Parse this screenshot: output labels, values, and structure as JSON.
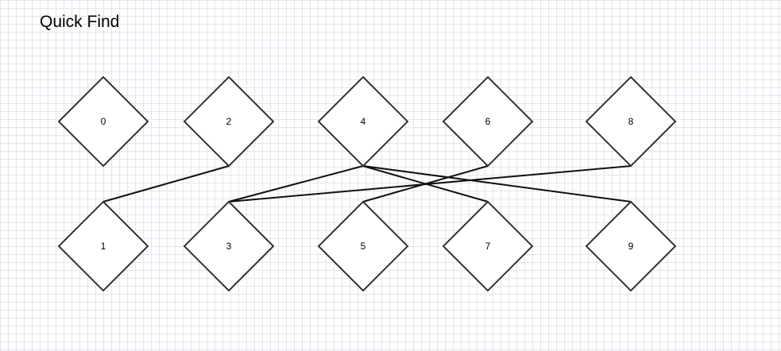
{
  "title": "Quick Find",
  "colors": {
    "stroke": "#333333",
    "edge": "#111111",
    "fill": "#ffffff",
    "grid": "#e4e4ee"
  },
  "nodes": [
    {
      "label": "0"
    },
    {
      "label": "1"
    },
    {
      "label": "2"
    },
    {
      "label": "3"
    },
    {
      "label": "4"
    },
    {
      "label": "5"
    },
    {
      "label": "6"
    },
    {
      "label": "7"
    },
    {
      "label": "8"
    },
    {
      "label": "9"
    }
  ],
  "edges": [
    {
      "from": "2",
      "to": "1"
    },
    {
      "from": "4",
      "to": "3"
    },
    {
      "from": "4",
      "to": "7"
    },
    {
      "from": "4",
      "to": "9"
    },
    {
      "from": "6",
      "to": "5"
    },
    {
      "from": "8",
      "to": "3"
    }
  ]
}
